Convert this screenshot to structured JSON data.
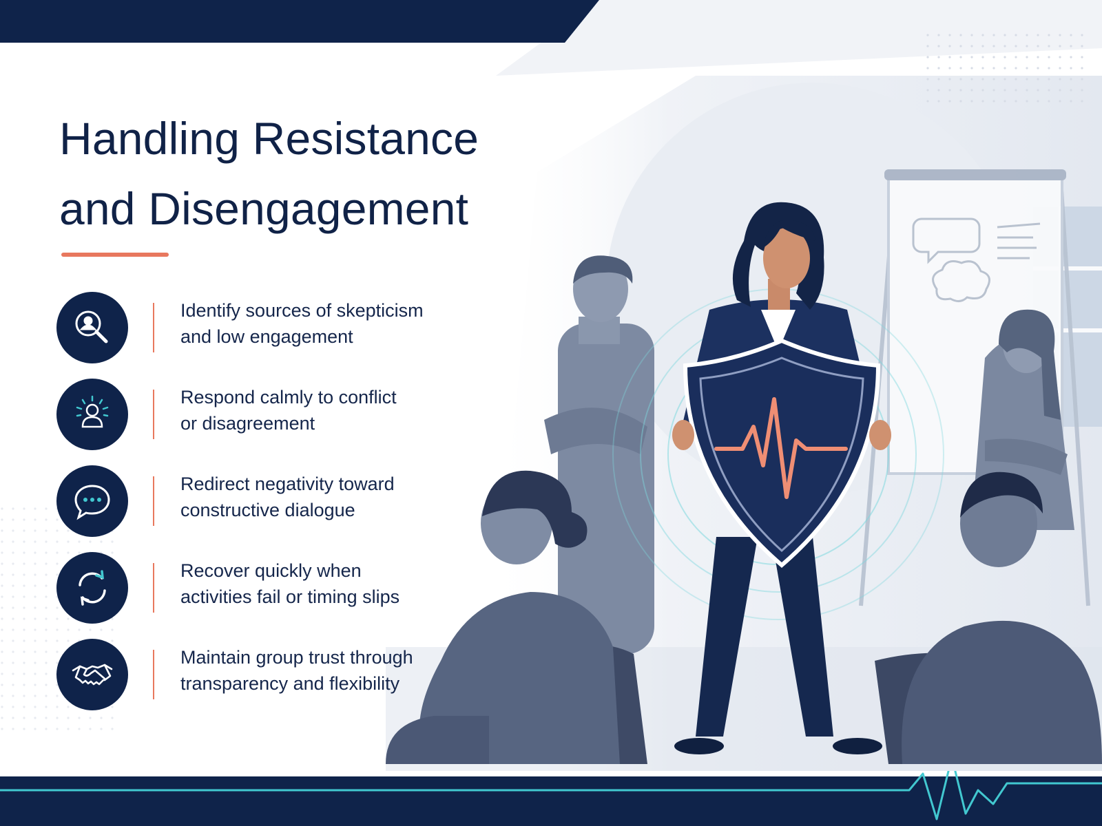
{
  "title": {
    "line1": "Handling Resistance",
    "line2": "and Disengagement"
  },
  "colors": {
    "navy": "#0f234a",
    "accent": "#e8785e",
    "teal": "#42c8d0",
    "background": "#ffffff"
  },
  "items": [
    {
      "icon": "magnifier-person-icon",
      "line1": "Identify sources of skepticism",
      "line2": "and low engagement"
    },
    {
      "icon": "calm-person-icon",
      "line1": "Respond calmly to conflict",
      "line2": "or disagreement"
    },
    {
      "icon": "speech-bubble-icon",
      "line1": "Redirect negativity toward",
      "line2": "constructive dialogue"
    },
    {
      "icon": "refresh-arrows-icon",
      "line1": "Recover quickly when",
      "line2": "activities fail or timing slips"
    },
    {
      "icon": "handshake-icon",
      "line1": "Maintain group trust through",
      "line2": "transparency and flexibility"
    }
  ]
}
